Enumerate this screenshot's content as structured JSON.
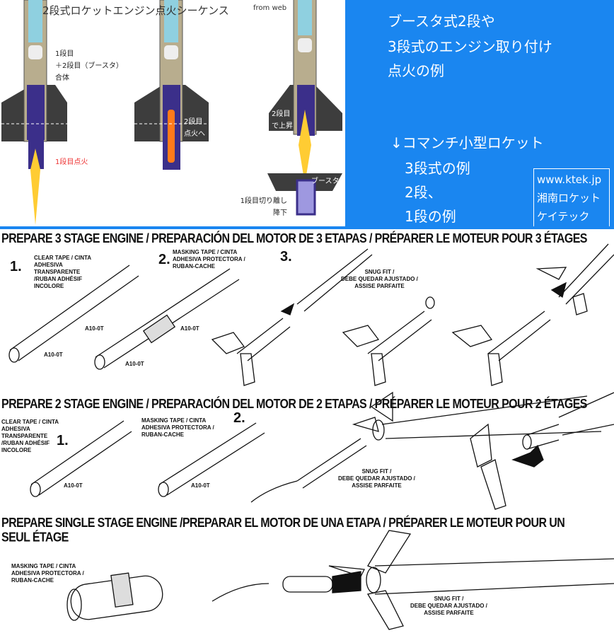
{
  "sequence": {
    "title": "2段式ロケットエンジン点火シーケンス",
    "source": "from web",
    "label_combined": [
      "1段目",
      "＋2段目（ブースタ）",
      "合体"
    ],
    "label_stage1_ignite": "1段目点火",
    "label_stage2_ignite": [
      "2段目",
      "点火へ"
    ],
    "label_stage2_ascend": [
      "2段目",
      "で上昇"
    ],
    "label_booster": "ブースタ",
    "label_separation": [
      "1段目切り離し",
      "降下"
    ]
  },
  "info": {
    "lines": [
      "ブースタ式2段や",
      "3段式のエンジン取り付け",
      "点火の例"
    ],
    "estes_lines": [
      "↓コマンチ小型ロケット",
      "3段式の例",
      "2段、",
      "1段の例"
    ],
    "credit": [
      "www.ktek.jp",
      "湘南ロケット",
      "ケイテック"
    ]
  },
  "three_stage": {
    "title": "PREPARE 3 STAGE ENGINE / PREPARACIÓN DEL MOTOR DE 3 ETAPAS / PRÉPARER LE MOTEUR POUR 3 ÉTAGES",
    "step1": "1.",
    "step2": "2.",
    "step3": "3.",
    "clear_tape": [
      "CLEAR TAPE / CINTA",
      "ADHESIVA",
      "TRANSPARENTE",
      "/RUBAN ADHÉSIF",
      "INCOLORE"
    ],
    "masking_tape": [
      "MASKING TAPE / CINTA",
      "ADHESIVA PROTECTORA /",
      "RUBAN-CACHE"
    ],
    "snug_fit": [
      "SNUG FIT /",
      "DEBE QUEDAR AJUSTADO /",
      "ASSISE PARFAITE"
    ],
    "engine": "A10-0T"
  },
  "two_stage": {
    "title": "PREPARE 2 STAGE ENGINE / PREPARACIÓN DEL MOTOR DE 2 ETAPAS / PRÉPARER LE MOTEUR POUR 2 ÉTAGES",
    "step1": "1.",
    "step2": "2.",
    "clear_tape": [
      "CLEAR TAPE / CINTA",
      "ADHESIVA",
      "TRANSPARENTE",
      "/RUBAN ADHÉSIF",
      "INCOLORE"
    ],
    "masking_tape": [
      "MASKING TAPE / CINTA",
      "ADHESIVA PROTECTORA /",
      "RUBAN-CACHE"
    ],
    "snug_fit": [
      "SNUG FIT /",
      "DEBE QUEDAR AJUSTADO /",
      "ASSISE PARFAITE"
    ],
    "engine": "A10-0T"
  },
  "single_stage": {
    "title": [
      "PREPARE SINGLE STAGE ENGINE /PREPARAR EL MOTOR DE UNA ETAPA / PRÉPARER LE MOTEUR POUR UN",
      "SEUL ÉTAGE"
    ],
    "masking_tape": [
      "MASKING TAPE / CINTA",
      "ADHESIVA PROTECTORA /",
      "RUBAN-CACHE"
    ],
    "snug_fit": [
      "SNUG FIT /",
      "DEBE QUEDAR AJUSTADO /",
      "ASSISE PARFAITE"
    ]
  },
  "colors": {
    "blue": "#1a86f0",
    "fin": "#3d3d3d",
    "tube": "#b8ad8e",
    "casing": "#3b2f8a",
    "flame": "#ffcc33",
    "label_red": "#e33333"
  }
}
